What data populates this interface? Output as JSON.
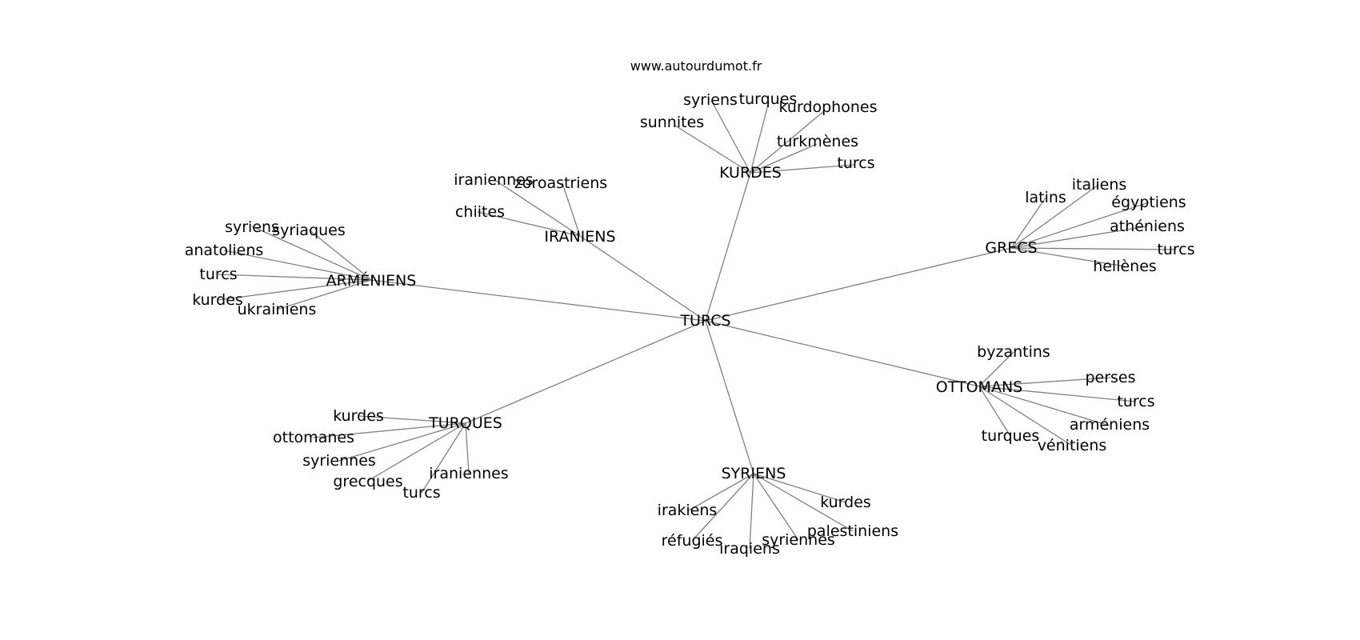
{
  "watermark": "www.autourdumot.fr",
  "center": "TURCS",
  "groups": [
    {
      "hub": "KURDES",
      "leaves": [
        "syriens",
        "turques",
        "sunnites",
        "kurdophones",
        "turkmènes",
        "turcs"
      ]
    },
    {
      "hub": "IRANIENS",
      "leaves": [
        "iraniennes",
        "zoroastriens",
        "chiites"
      ]
    },
    {
      "hub": "ARMÉNIENS",
      "leaves": [
        "syriens",
        "syriaques",
        "anatoliens",
        "turcs",
        "kurdes",
        "ukrainiens"
      ]
    },
    {
      "hub": "GRECS",
      "leaves": [
        "latins",
        "italiens",
        "égyptiens",
        "athéniens",
        "turcs",
        "hellènes"
      ]
    },
    {
      "hub": "OTTOMANS",
      "leaves": [
        "byzantins",
        "perses",
        "turcs",
        "arméniens",
        "turques",
        "vénitiens"
      ]
    },
    {
      "hub": "TURQUES",
      "leaves": [
        "kurdes",
        "ottomanes",
        "syriennes",
        "grecques",
        "turcs",
        "iraniennes"
      ]
    },
    {
      "hub": "SYRIENS",
      "leaves": [
        "irakiens",
        "kurdes",
        "palestiniens",
        "réfugiés",
        "iraqiens",
        "syriennes"
      ]
    }
  ]
}
